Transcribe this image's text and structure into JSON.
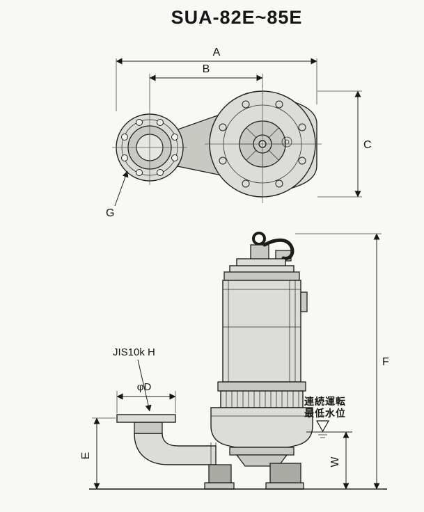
{
  "title": "SUA-82E~85E",
  "colors": {
    "ink": "#1c1c1c",
    "paper": "#f8f8f5",
    "metal_light": "#dcdcd8",
    "metal_mid": "#c9c9c4",
    "metal_dark": "#aaaaa4"
  },
  "top_view": {
    "dim_a": "A",
    "dim_b": "B",
    "dim_c": "C",
    "flange_label": "G"
  },
  "side_view": {
    "flange_spec": "JIS10k H",
    "dim_d": "φD",
    "dim_e": "E",
    "dim_f": "F",
    "dim_w": "W",
    "water_note_line1": "連続運転",
    "water_note_line2": "最低水位"
  }
}
